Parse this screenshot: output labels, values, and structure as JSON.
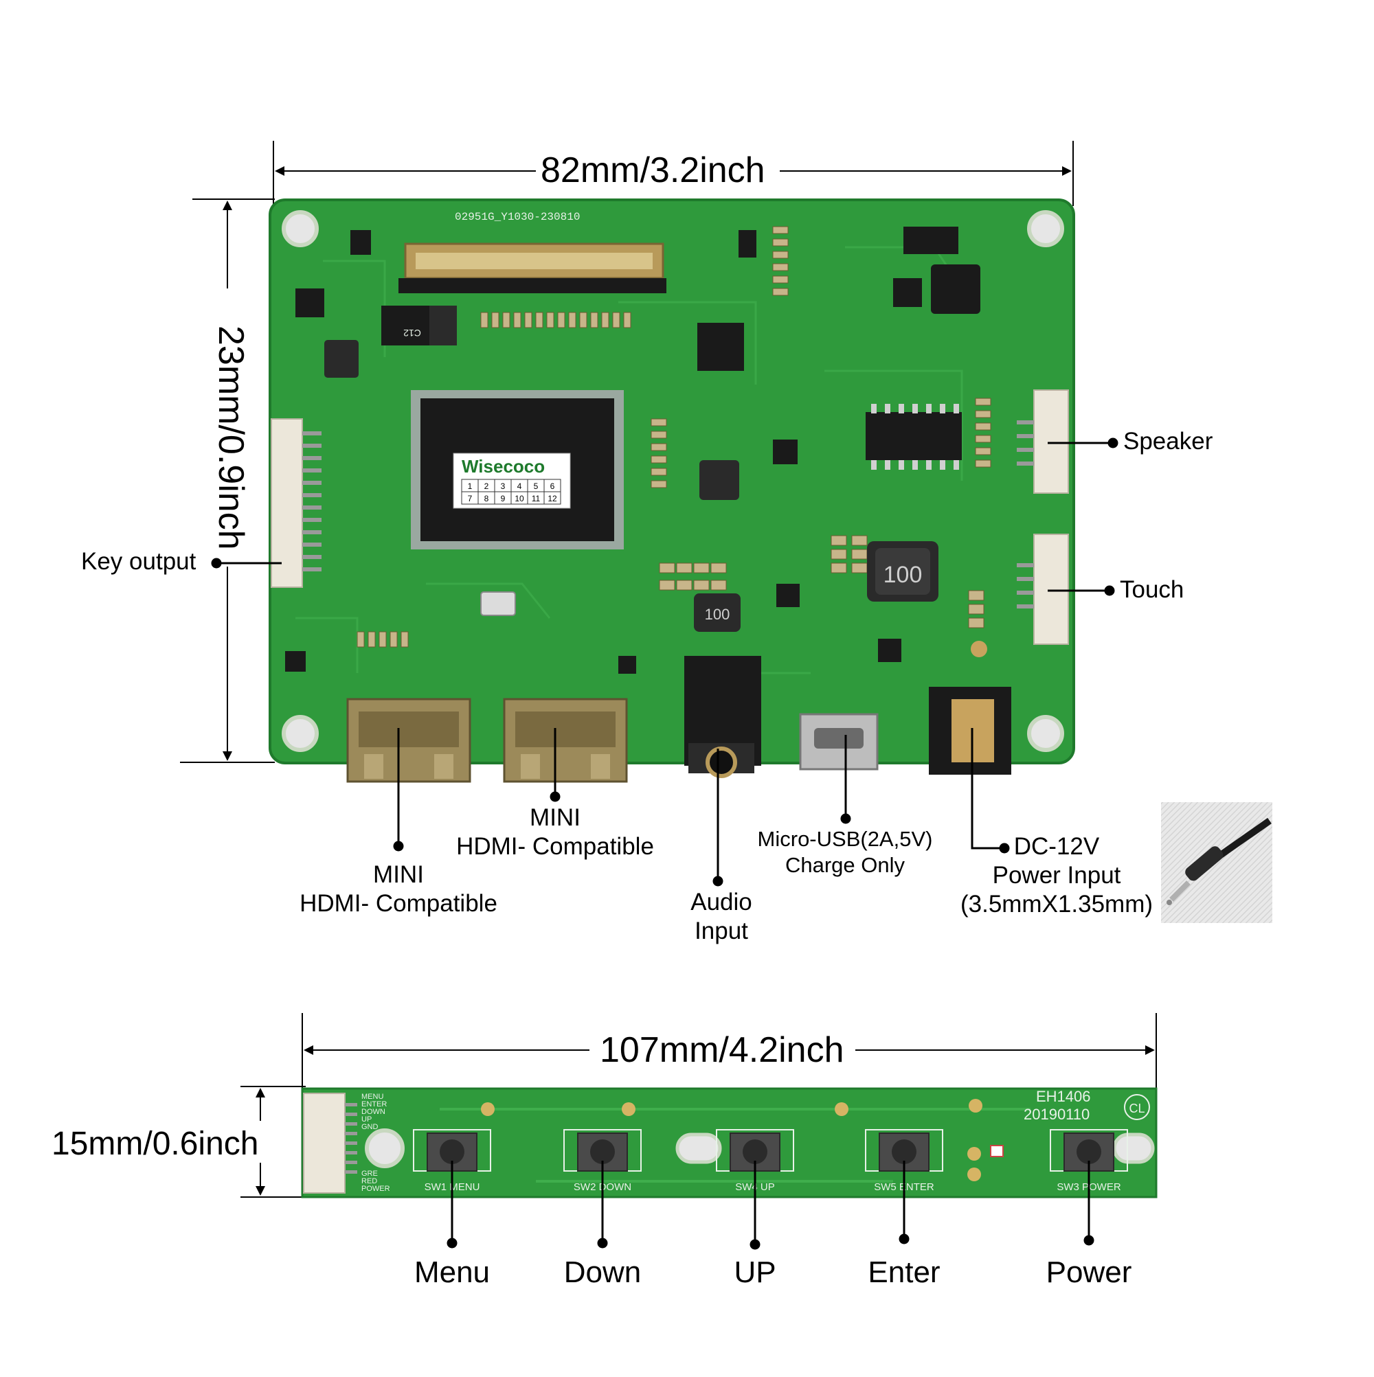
{
  "main_board": {
    "width_dimension": "82mm/3.2inch",
    "height_dimension": "23mm/0.9inch",
    "pcb_marking_top": "02951G_Y1030-230810",
    "chip_logo": "Wisecoco",
    "chip_grid_row1": [
      "1",
      "2",
      "3",
      "4",
      "5",
      "6"
    ],
    "chip_grid_row2": [
      "7",
      "8",
      "9",
      "10",
      "11",
      "12"
    ],
    "inductor_marking_large": "100",
    "inductor_marking_small": "100",
    "cap_marking": "C12",
    "callouts": {
      "speaker": "Speaker",
      "touch": "Touch",
      "key_output": "Key output",
      "hdmi1_line1": "MINI",
      "hdmi1_line2": "HDMI- Compatible",
      "hdmi2_line1": "MINI",
      "hdmi2_line2": "HDMI- Compatible",
      "audio_line1": "Audio",
      "audio_line2": "Input",
      "usb_line1": "Micro-USB(2A,5V)",
      "usb_line2": "Charge Only",
      "dc_line1": "DC-12V",
      "dc_line2": "Power Input",
      "dc_line3": "(3.5mmX1.35mm)"
    }
  },
  "key_board": {
    "width_dimension": "107mm/4.2inch",
    "height_dimension": "15mm/0.6inch",
    "pcb_marking_line1": "EH1406",
    "pcb_marking_line2": "20190110",
    "pcb_badge": "CL",
    "connector_pins_top": [
      "MENU",
      "ENTER",
      "DOWN",
      "UP",
      "GND"
    ],
    "connector_pins_bottom": [
      "GRE",
      "RED",
      "POWER"
    ],
    "switch_markings": [
      "SW1 MENU",
      "SW2 DOWN",
      "SW4 UP",
      "SW5 ENTER",
      "SW3 POWER"
    ],
    "buttons": [
      "Menu",
      "Down",
      "UP",
      "Enter",
      "Power"
    ]
  },
  "colors": {
    "pcb_green": "#2f9a3c",
    "pcb_dark": "#1f7a2c",
    "silkscreen": "#e8f2e8",
    "connector_gold": "#b89a5a",
    "hdmi_metal": "#9c8a5a"
  }
}
